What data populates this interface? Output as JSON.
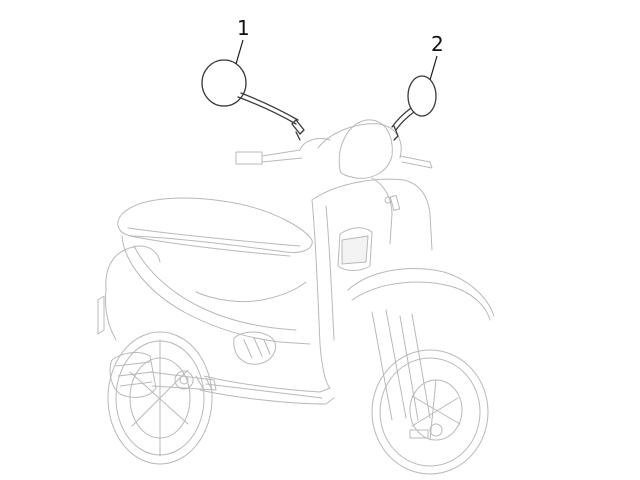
{
  "callouts": [
    {
      "number": "1",
      "part": "left-mirror"
    },
    {
      "number": "2",
      "part": "right-mirror"
    }
  ],
  "colors": {
    "background": "#ffffff",
    "highlight_line": "#3a3a3a",
    "ghost_line": "#b9b9b9",
    "label": "#111111"
  }
}
